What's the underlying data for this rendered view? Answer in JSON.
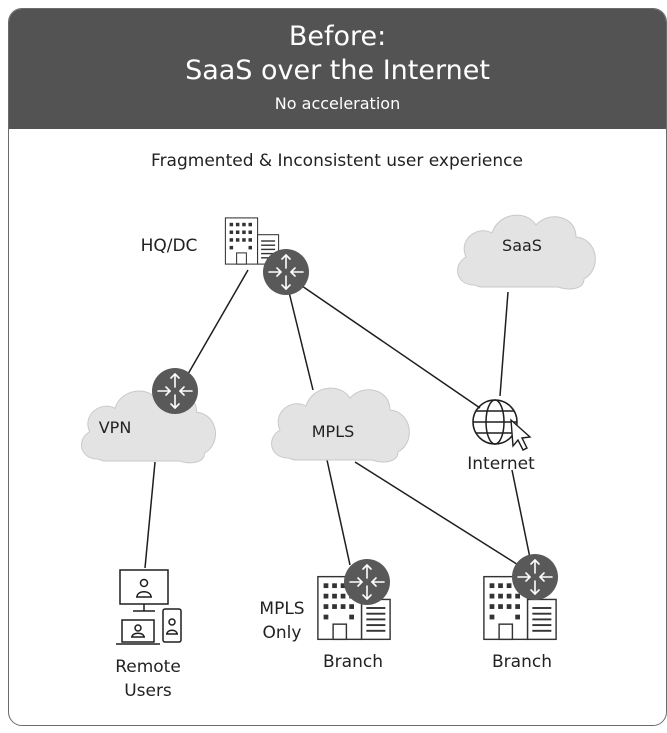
{
  "header": {
    "title_line1": "Before:",
    "title_line2": "SaaS over the Internet",
    "subtitle": "No acceleration"
  },
  "caption": "Fragmented & Inconsistent user experience",
  "nodes": {
    "hq": "HQ/DC",
    "saas": "SaaS",
    "vpn": "VPN",
    "mpls": "MPLS",
    "internet": "Internet",
    "remote_line1": "Remote",
    "remote_line2": "Users",
    "mpls_only_line1": "MPLS",
    "mpls_only_line2": "Only",
    "branch_left": "Branch",
    "branch_right": "Branch"
  },
  "colors": {
    "header_bg": "#535353",
    "cloud_fill": "#e3e3e3",
    "router_fill": "#595959",
    "line": "#1e1e1e"
  },
  "icons": [
    "building-icon",
    "router-icon",
    "cloud-icon",
    "globe-icon",
    "cursor-icon",
    "monitor-user-icon",
    "phone-user-icon"
  ]
}
